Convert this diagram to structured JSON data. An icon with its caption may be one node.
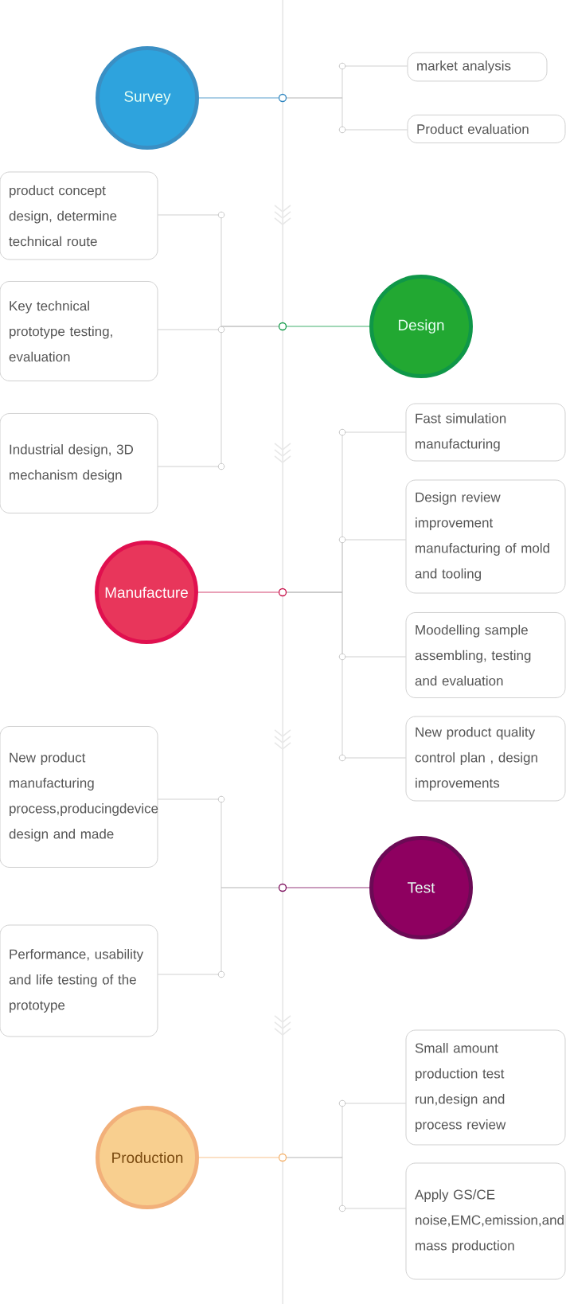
{
  "diagram": {
    "nodes": [
      {
        "text": [
          "Survey"
        ]
      },
      {
        "text": [],
        "shape": "circle"
      },
      {
        "text": [
          "market analysis"
        ]
      },
      {
        "text": [
          "Product evaluation"
        ]
      },
      {
        "text": [
          "Design"
        ]
      },
      {
        "text": [],
        "shape": "circle"
      },
      {
        "text": [
          "product concept design, determine technical route"
        ]
      },
      {
        "text": [
          "Key technical prototype testing, evaluation"
        ]
      },
      {
        "text": [
          "Industrial design, 3D mechanism design"
        ]
      },
      {
        "text": [
          "Manufacture"
        ]
      },
      {
        "text": [],
        "shape": "circle"
      },
      {
        "text": [
          "Fast simulation manufacturing"
        ]
      },
      {
        "text": [
          "Design review improvement manufacturing of mold and tooling"
        ]
      },
      {
        "text": [
          "Moodelling sample assembling, testing and evaluation"
        ]
      },
      {
        "text": [
          "New product quality control plan , design improvements"
        ]
      },
      {
        "text": [
          "Test"
        ]
      },
      {
        "text": [],
        "shape": "circle"
      },
      {
        "text": [
          "New product manufacturing process,producingdevice design and made"
        ]
      },
      {
        "text": [
          "Performance, usability and life testing of the prototype"
        ]
      },
      {
        "text": [
          "Production"
        ]
      },
      {
        "text": [],
        "shape": "circle"
      },
      {
        "text": [
          "Small amount production test run,design and process review"
        ]
      },
      {
        "text": [
          "Apply GS/CE noise,EMC,emission,and mass production"
        ]
      }
    ],
    "edges": [
      {
        "from": 0,
        "to": 1,
        "arrow": "none",
        "color": "#2f86c0"
      },
      {
        "from": 1,
        "to": 2,
        "arrow": "none"
      },
      {
        "from": 1,
        "to": 3,
        "arrow": "none"
      },
      {
        "from": 4,
        "to": 5,
        "arrow": "none",
        "color": "#109a48"
      },
      {
        "from": 5,
        "to": 6,
        "arrow": "none"
      },
      {
        "from": 5,
        "to": 7,
        "arrow": "none"
      },
      {
        "from": 5,
        "to": 8,
        "arrow": "none"
      },
      {
        "from": 9,
        "to": 10,
        "arrow": "none",
        "color": "#c8104a"
      },
      {
        "from": 10,
        "to": 11,
        "arrow": "none"
      },
      {
        "from": 10,
        "to": 12,
        "arrow": "none"
      },
      {
        "from": 10,
        "to": 13,
        "arrow": "none"
      },
      {
        "from": 10,
        "to": 14,
        "arrow": "none"
      },
      {
        "from": 15,
        "to": 16,
        "arrow": "none",
        "color": "#7a0a5a"
      },
      {
        "from": 16,
        "to": 17,
        "arrow": "none"
      },
      {
        "from": 16,
        "to": 18,
        "arrow": "none"
      },
      {
        "from": 19,
        "to": 20,
        "arrow": "none",
        "color": "#f5b36e"
      },
      {
        "from": 20,
        "to": 21,
        "arrow": "none"
      },
      {
        "from": 20,
        "to": 22,
        "arrow": "none"
      }
    ]
  }
}
